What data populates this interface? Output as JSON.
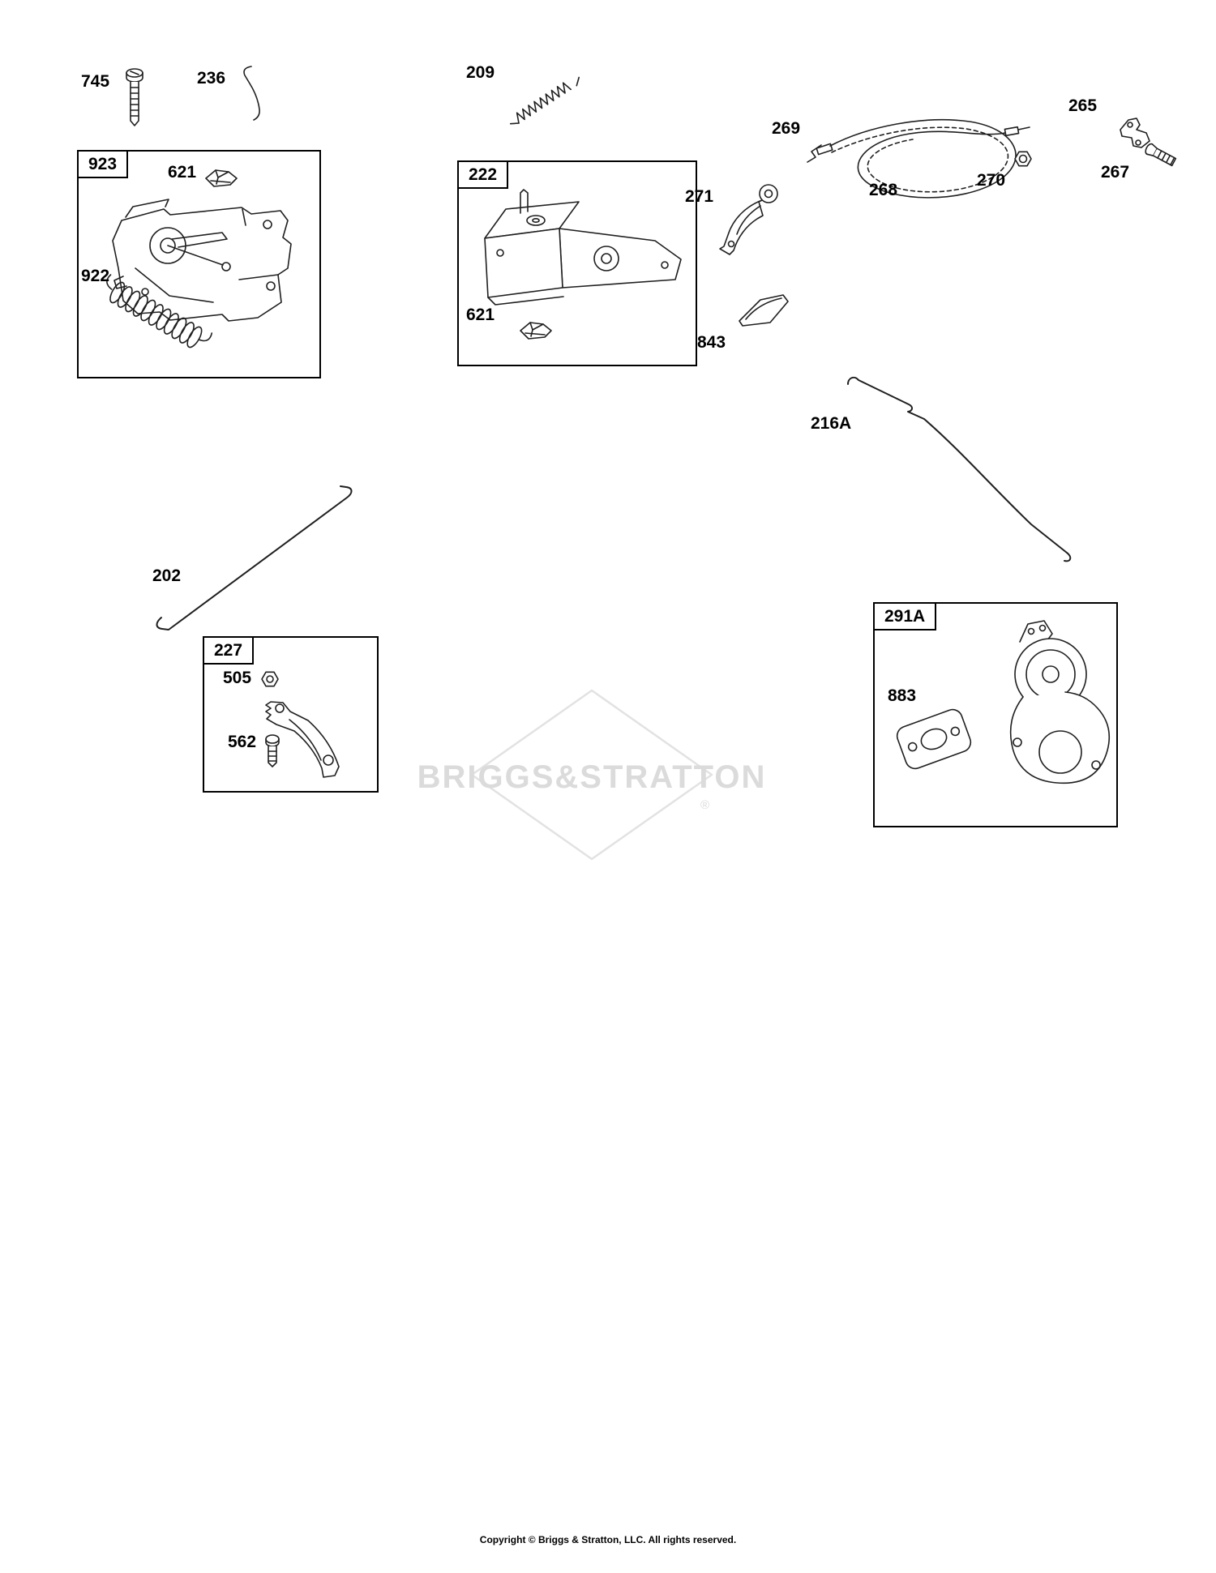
{
  "page": {
    "watermark": "BRIGGS&STRATTON",
    "registered_mark": "®",
    "copyright": "Copyright © Briggs & Stratton, LLC. All rights reserved."
  },
  "labels": {
    "p745": "745",
    "p236": "236",
    "p209": "209",
    "g923": "923",
    "p621a": "621",
    "p922": "922",
    "g222": "222",
    "p621b": "621",
    "p843": "843",
    "p271": "271",
    "p269": "269",
    "p268": "268",
    "p270": "270",
    "p265": "265",
    "p267": "267",
    "p216A": "216A",
    "p202": "202",
    "g227": "227",
    "p505": "505",
    "p562": "562",
    "g291A": "291A",
    "p883": "883"
  }
}
